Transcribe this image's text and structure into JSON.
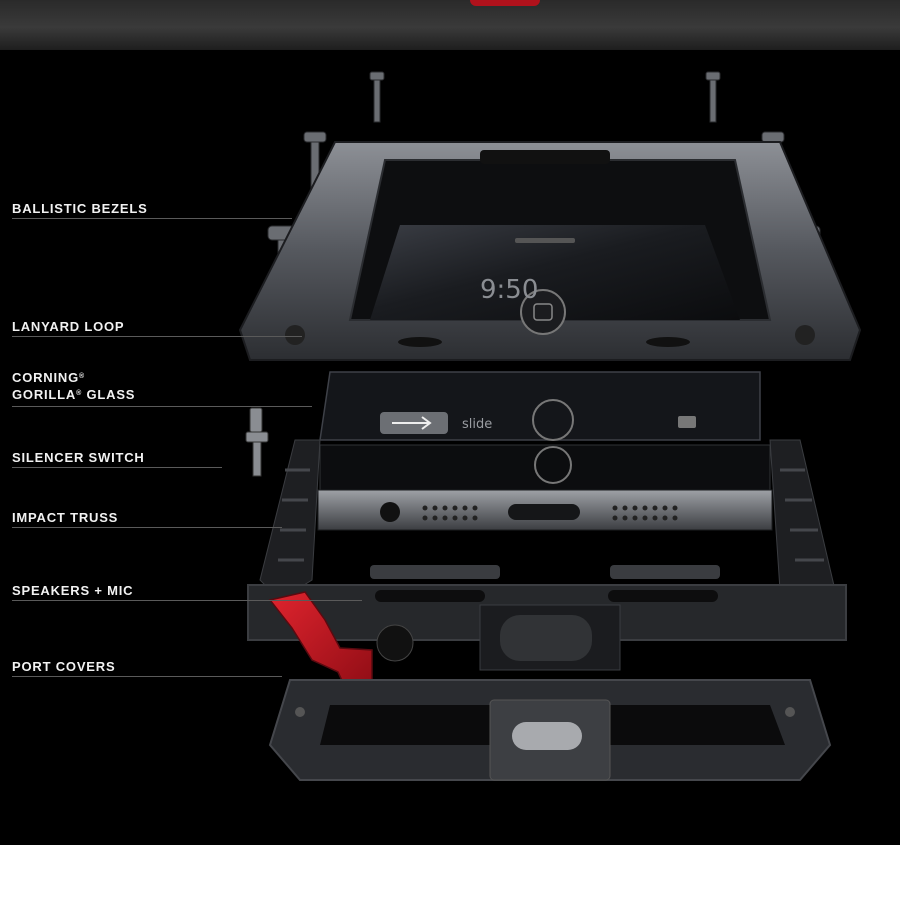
{
  "colors": {
    "background": "#000000",
    "label_text": "#f2f2f2",
    "accent_red": "#c8141e",
    "metal": "#5e6166"
  },
  "callouts": {
    "ballistic_bezels": "BALLISTIC BEZELS",
    "lanyard_loop": "LANYARD LOOP",
    "corning_line1": "CORNING",
    "corning_line2a": "GORILLA",
    "corning_line2b": " GLASS",
    "registered_mark": "®",
    "silencer_switch": "SILENCER SWITCH",
    "impact_truss": "IMPACT TRUSS",
    "speakers_mic": "SPEAKERS + MIC",
    "port_covers": "PORT COVERS"
  },
  "phone_screen": {
    "clock": "9:50",
    "slide_text": "slide"
  }
}
